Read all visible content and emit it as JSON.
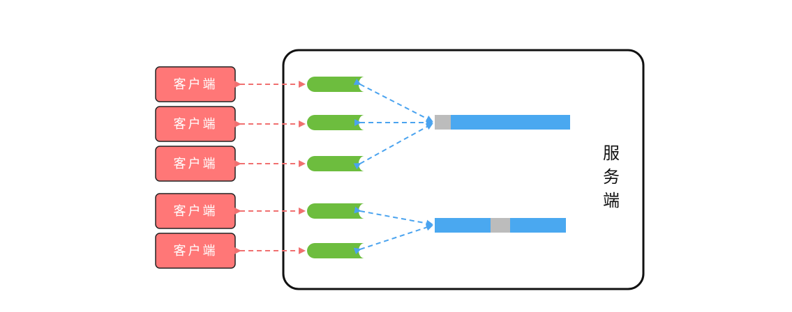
{
  "server": {
    "label_chars": [
      "服",
      "务",
      "端"
    ]
  },
  "clients": [
    {
      "label": "客户端"
    },
    {
      "label": "客户端"
    },
    {
      "label": "客户端"
    },
    {
      "label": "客户端"
    },
    {
      "label": "客户端"
    }
  ],
  "colors": {
    "client_fill": "#ff7777",
    "client_stroke": "#222222",
    "red_arrow": "#f07070",
    "green_pipe": "#6dbd3e",
    "blue_arrow": "#4aa3ef",
    "blue_bar": "#4aa8f0",
    "gray_segment": "#bcbcbc",
    "server_stroke": "#111111"
  }
}
